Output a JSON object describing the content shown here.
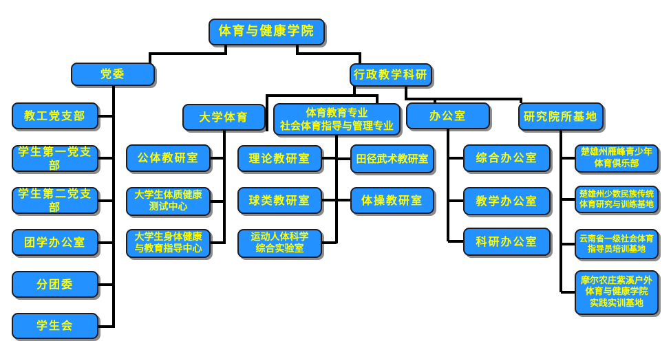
{
  "colors": {
    "page_background": "#FFFFFF",
    "box_fill": "#2391FF",
    "box_border": "#1B1B24",
    "box_text": "#FFFF00",
    "connector": "#000000"
  },
  "nodes": {
    "root": "体育与健康学院",
    "party": "党委",
    "admin": "行政教学科研",
    "party_c1": "教工党支部",
    "party_c2": "学生第一党支部",
    "party_c3": "学生第二党支部",
    "party_c4": "团学办公室",
    "party_c5": "分团委",
    "party_c6": "学生会",
    "sports": "大学体育",
    "sports_c1": "公体教研室",
    "sports_c2": "大学生体质健康\n测试中心",
    "sports_c3": "大学生身体健康\n与教育指导中心",
    "majors": "体育教育专业\n社会体育指导与管理专业",
    "majors_c1": "理论教研室",
    "majors_c2": "球类教研室",
    "majors_c3": "运动人体科学\n综合实验室",
    "majors_c4": "田径武术教研室",
    "majors_c5": "体操教研室",
    "office": "办公室",
    "office_c1": "综合办公室",
    "office_c2": "教学办公室",
    "office_c3": "科研办公室",
    "research": "研究院所基地",
    "research_c1": "楚雄州雁峰青少年\n体育俱乐部",
    "research_c2": "楚雄州少数民族传统\n体育研究与训练基地",
    "research_c3": "云南省一级社会体育\n指导员培训基地",
    "research_c4": "摩尔农庄紫溪户外\n体育与健康学院\n实践实训基地"
  },
  "hierarchy": {
    "root": "体育与健康学院",
    "branches": [
      {
        "name": "党委",
        "children": [
          "教工党支部",
          "学生第一党支部",
          "学生第二党支部",
          "团学办公室",
          "分团委",
          "学生会"
        ]
      },
      {
        "name": "行政教学科研",
        "children": [
          {
            "name": "大学体育",
            "children": [
              "公体教研室",
              "大学生体质健康测试中心",
              "大学生身体健康与教育指导中心"
            ]
          },
          {
            "name": "体育教育专业 社会体育指导与管理专业",
            "children": [
              "理论教研室",
              "球类教研室",
              "运动人体科学综合实验室",
              "田径武术教研室",
              "体操教研室"
            ]
          },
          {
            "name": "办公室",
            "children": [
              "综合办公室",
              "教学办公室",
              "科研办公室"
            ]
          },
          {
            "name": "研究院所基地",
            "children": [
              "楚雄州雁峰青少年体育俱乐部",
              "楚雄州少数民族传统体育研究与训练基地",
              "云南省一级社会体育指导员培训基地",
              "摩尔农庄紫溪户外体育与健康学院实践实训基地"
            ]
          }
        ]
      }
    ]
  }
}
